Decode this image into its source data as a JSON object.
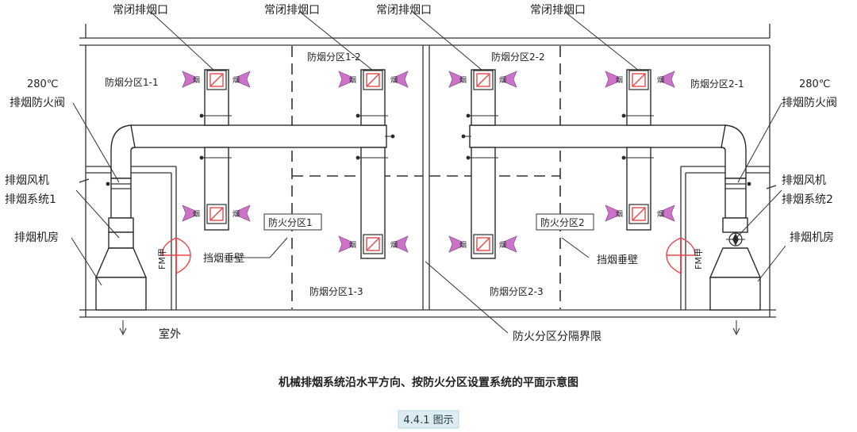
{
  "labels": {
    "closed_vent": "常闭排烟口",
    "zone_1_1": "防烟分区1-1",
    "zone_1_2": "防烟分区1-2",
    "zone_1_3": "防烟分区1-3",
    "zone_2_1": "防烟分区2-1",
    "zone_2_2": "防烟分区2-2",
    "zone_2_3": "防烟分区2-3",
    "temp_280": "280℃",
    "fire_damper": "排烟防火阀",
    "fan": "排烟风机",
    "system_1": "排烟系统1",
    "system_2": "排烟系统2",
    "fan_room": "排烟机房",
    "fire_comp_1": "防火分区1",
    "fire_comp_2": "防火分区2",
    "smoke_curtain": "挡烟垂壁",
    "door": "FM甲",
    "outdoor": "室外",
    "boundary": "防火分区分隔界限",
    "smoke_glyph": "烟"
  },
  "caption": "机械排烟系统沿水平方向、按防火分区设置系统的平面示意图",
  "figure_tag": "4.4.1 图示",
  "colors": {
    "line": "#2b2b2b",
    "accent_red": "#e8474b",
    "smoke_purple": "#cc72c9",
    "banner_bg": "#dcecf1",
    "banner_text": "#1c3a46"
  }
}
